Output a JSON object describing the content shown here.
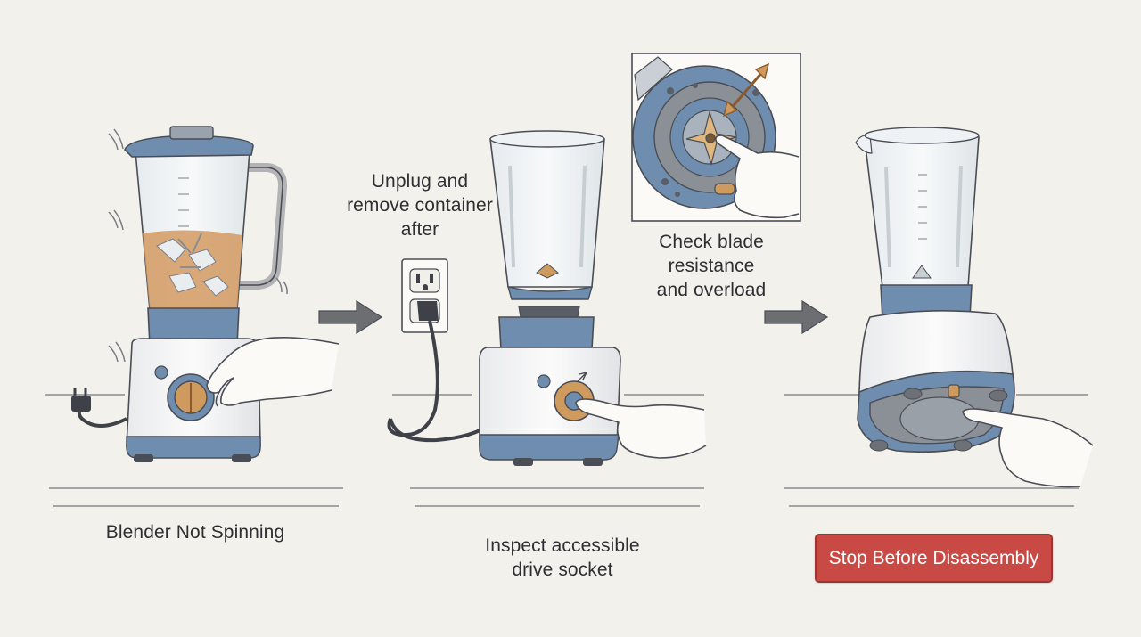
{
  "steps": {
    "not_spinning": {
      "label": "Blender Not Spinning"
    },
    "unplug": {
      "lines": [
        "Unplug and",
        "remove container",
        "after"
      ]
    },
    "inspect": {
      "lines": [
        "Inspect accessible",
        "drive socket"
      ]
    },
    "check_blade": {
      "lines": [
        "Check blade",
        "resistance",
        "and overload"
      ]
    },
    "stop": {
      "label": "Stop Before Disassembly"
    }
  },
  "colors": {
    "background": "#f3f1eb",
    "accent_blue": "#6f8eaf",
    "orange": "#cf9a5e",
    "stop_red": "#c94a45",
    "outline": "#4a4d55"
  },
  "icons": [
    "blender-icon",
    "power-outlet-icon",
    "plug-icon",
    "hand-icon",
    "arrow-right-icon",
    "blade-icon",
    "reset-button-icon"
  ]
}
